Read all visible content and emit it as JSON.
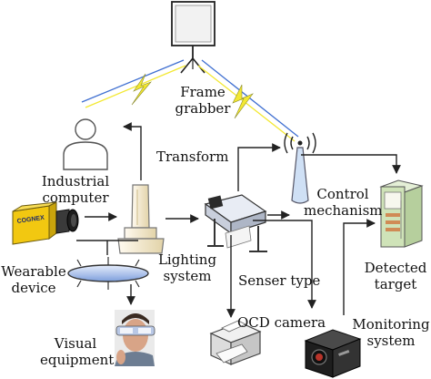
{
  "labels": {
    "frame_grabber_l1": "Frame",
    "frame_grabber_l2": "grabber",
    "transform": "Transform",
    "industrial_computer_l1": "Industrial",
    "industrial_computer_l2": "computer",
    "control_mechanism_l1": "Control",
    "control_mechanism_l2": "mechanism",
    "wearable_device_l1": "Wearable",
    "wearable_device_l2": "device",
    "lighting_system_l1": "Lighting",
    "lighting_system_l2": "system",
    "senser_type": "Senser type",
    "detected_target_l1": "Detected",
    "detected_target_l2": "target",
    "ocd_camera": "OCD camera",
    "visual_equipment_l1": "Visual",
    "visual_equipment_l2": "equipment",
    "monitoring_system_l1": "Monitoring",
    "monitoring_system_l2": "system",
    "camera_brand": "COGNEX"
  },
  "colors": {
    "lightning_yellow": "#f3e832",
    "wire_blue": "#3f6fd1",
    "icon_blue": "#cfe0f5",
    "cabinet_green": "#cfe3b8",
    "lamp_cream": "#f6ecd2",
    "camera_yellow": "#f2c811"
  }
}
